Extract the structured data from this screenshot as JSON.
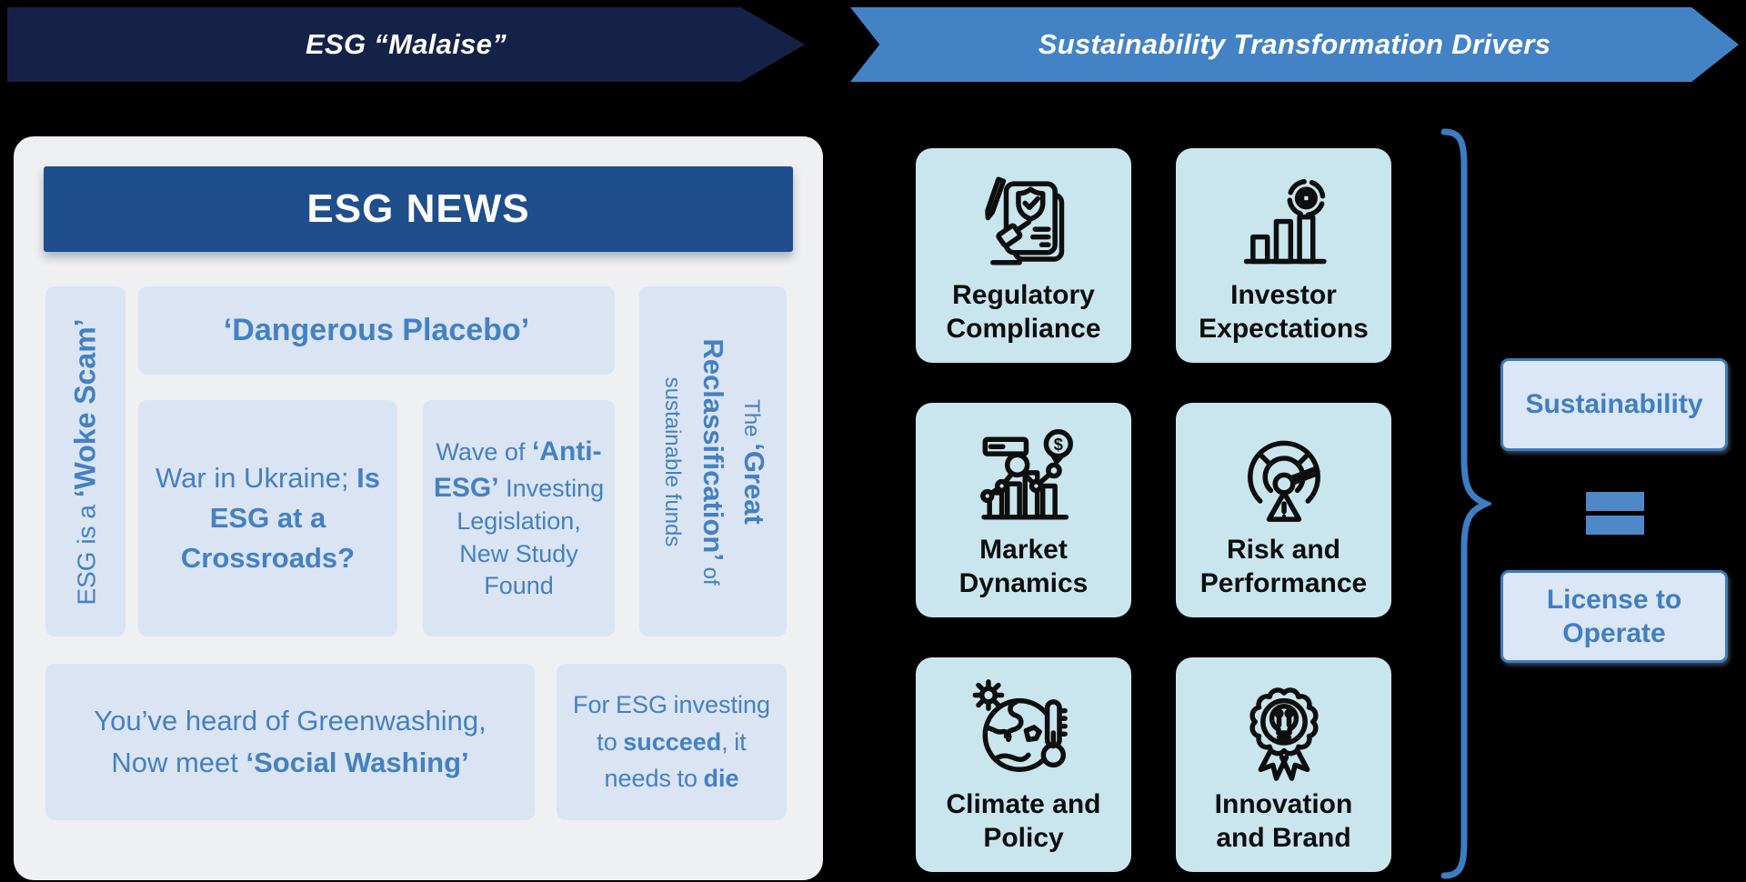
{
  "banners": {
    "left": {
      "label": "ESG “Malaise”",
      "bg": "#152248"
    },
    "right": {
      "label": "Sustainability Transformation Drivers",
      "bg": "#4383c5"
    }
  },
  "news_card": {
    "header": "ESG NEWS",
    "headlines": {
      "woke_scam": {
        "pre": "ESG is a ",
        "bold": "‘Woke Scam’"
      },
      "dangerous_placebo": {
        "bold": "‘Dangerous Placebo’"
      },
      "ukraine": {
        "pre": "War in Ukraine; ",
        "bold": "Is ESG at a Crossroads?"
      },
      "anti_esg": {
        "pre": "Wave of ",
        "bold": "‘Anti-ESG’",
        "post": " Investing Legislation, New Study Found"
      },
      "reclassification": {
        "pre": "The ",
        "bold": "‘Great Reclassification’",
        "post": " of sustainable funds"
      },
      "social_washing": {
        "line1": "You’ve heard of Greenwashing,",
        "line2_pre": "Now meet ",
        "line2_bold": "‘Social Washing’"
      },
      "needs_to_die": {
        "pre": "For ESG investing to ",
        "bold1": "succeed",
        "mid": ", it needs to ",
        "bold2": "die"
      }
    }
  },
  "drivers": {
    "tiles": [
      {
        "label": "Regulatory Compliance",
        "icon": "regulatory-compliance-icon"
      },
      {
        "label": "Investor Expectations",
        "icon": "investor-expectations-icon"
      },
      {
        "label": "Market Dynamics",
        "icon": "market-dynamics-icon"
      },
      {
        "label": "Risk and Performance",
        "icon": "risk-performance-icon"
      },
      {
        "label": "Climate and Policy",
        "icon": "climate-policy-icon"
      },
      {
        "label": "Innovation and Brand",
        "icon": "innovation-brand-icon"
      }
    ]
  },
  "equation": {
    "top_box": "Sustainability",
    "equals": "=",
    "bottom_box": "License to Operate"
  },
  "colors": {
    "background": "#000000",
    "dark_banner": "#152248",
    "blue_banner": "#4383c5",
    "news_header_bg": "#1f4e8c",
    "card_bg": "#eff0f2",
    "headline_box_bg": "#dbe4f3",
    "headline_text": "#4381c3",
    "tile_bg": "#c9e6ee",
    "tile_text": "#0d0d0d",
    "accent_blue": "#3a7cc1",
    "equation_box_bg": "#dbe7f6",
    "equals_color": "#4e88c9"
  }
}
